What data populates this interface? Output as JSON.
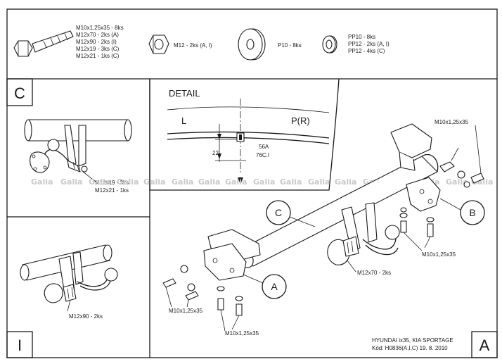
{
  "parts_bar": {
    "bolt_list": [
      "M10x1,25x35 - 8ks",
      "M12x70 - 2ks (A)",
      "M12x90 - 2ks (I)",
      "M12x19 - 3ks (C)",
      "M12x21 - 1ks (C)"
    ],
    "nut_label": "M12 - 2ks (A, I)",
    "washer_p_label": "P10 - 8ks",
    "washer_pp_list": [
      "PP10 - 8ks",
      "PP12 - 2ks (A, I)",
      "PP12 - 4ks (C)"
    ]
  },
  "variant_c": {
    "letter": "C",
    "bolt_labels": [
      "M12x19 - 3ks",
      "M12x21 - 1ks"
    ]
  },
  "variant_i": {
    "letter": "I",
    "bolt_label": "M12x90 - 2ks"
  },
  "detail": {
    "title": "DETAIL",
    "left_label": "L",
    "right_label": "P(R)",
    "dim_value": "22",
    "codes": [
      "56A",
      "76C.I"
    ]
  },
  "main": {
    "callouts": [
      "C",
      "B",
      "A"
    ],
    "bolt_labels": {
      "top_right": "M10x1,25x35",
      "b_below": "M10x1,25x35",
      "ball": "M12x70 - 2ks",
      "a_left": "M10x1,25x35",
      "a_bottom": "M10x1,25x35"
    }
  },
  "title_block": {
    "model": "HYUNDAI ix35, KIA SPORTAGE",
    "code_line": "Kód: H0836(A,I,C) 19. 8. 2010",
    "variant_letter": "A"
  },
  "watermark": "Galia"
}
